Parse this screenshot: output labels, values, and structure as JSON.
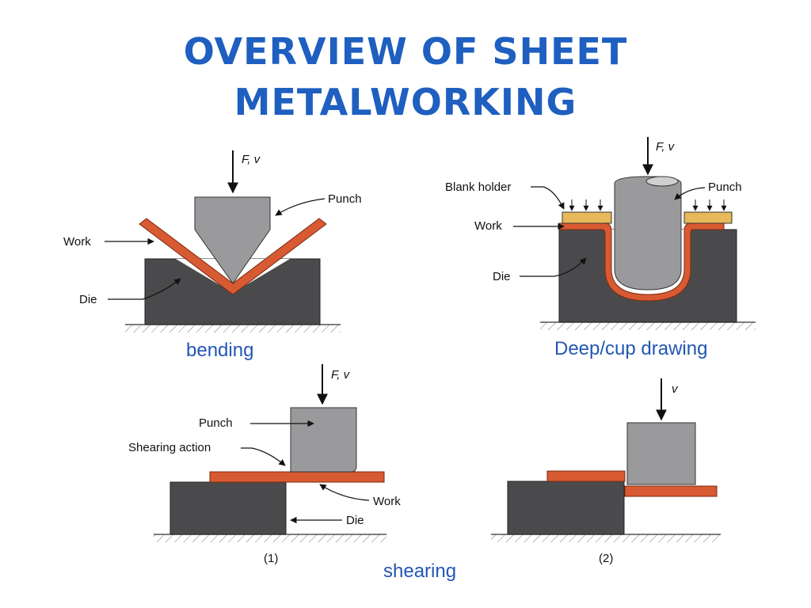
{
  "title": {
    "line1": "OVERVIEW OF SHEET",
    "line2": "METALWORKING"
  },
  "bending": {
    "force_label": "F, v",
    "punch_label": "Punch",
    "work_label": "Work",
    "die_label": "Die",
    "caption": "bending"
  },
  "deep_drawing": {
    "force_label": "F, v",
    "blank_holder_label": "Blank holder",
    "punch_label": "Punch",
    "work_label": "Work",
    "die_label": "Die",
    "caption": "Deep/cup drawing"
  },
  "shearing": {
    "force_label": "F, v",
    "punch_label": "Punch",
    "shearing_action_label": "Shearing action",
    "work_label": "Work",
    "die_label": "Die",
    "step1_label": "(1)",
    "velocity_label": "v",
    "step2_label": "(2)",
    "caption": "shearing"
  },
  "colors": {
    "title": "#1e5fc0",
    "caption": "#2456b4",
    "die": "#4a4a4c",
    "punch": "#9a9a9c",
    "work": "#d85a32",
    "blank_holder": "#e8b95a"
  }
}
